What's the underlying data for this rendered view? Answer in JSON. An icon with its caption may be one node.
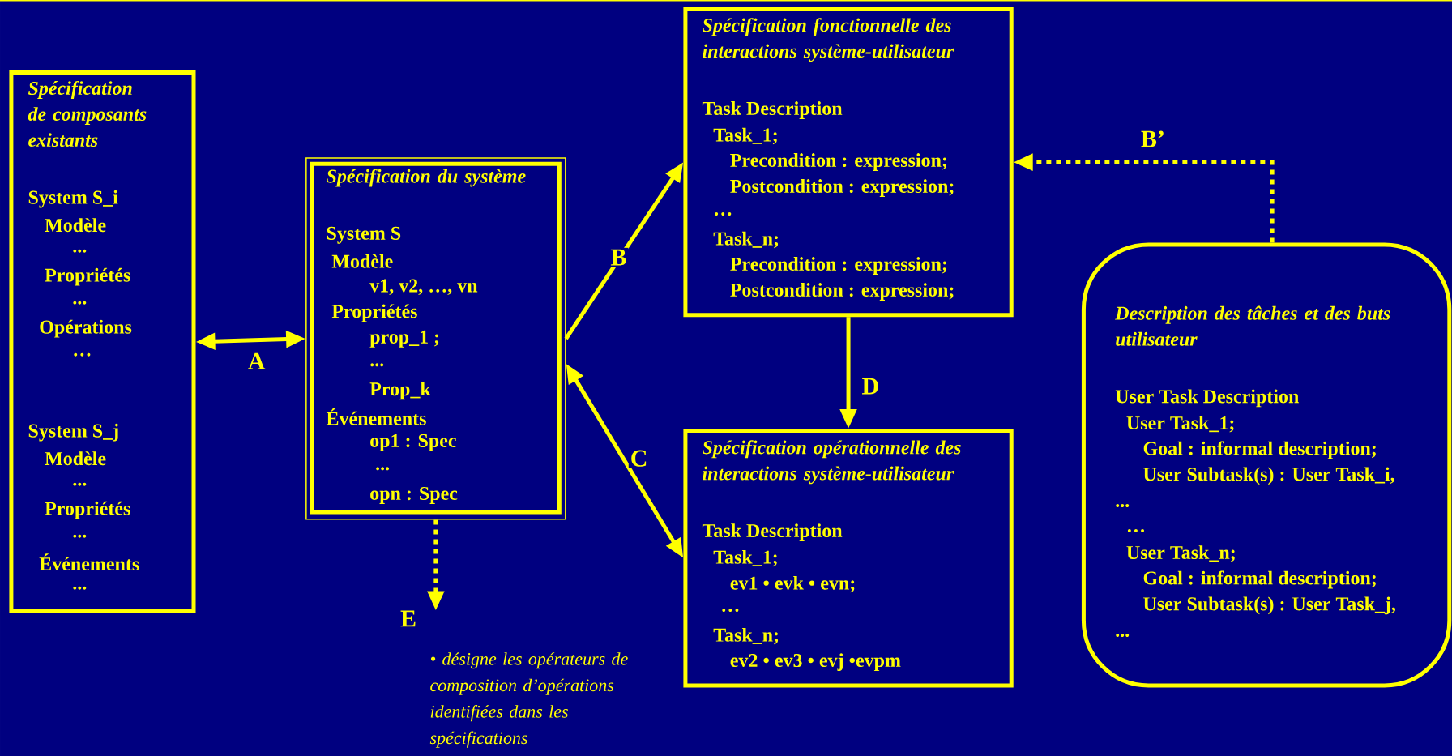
{
  "diagram": {
    "nodes": [
      {
        "text": [
          "Spécification de composants existants",
          "System S_i",
          "Modèle",
          "...",
          "Propriétés",
          "...",
          "Opérations",
          "…",
          "System S_j",
          "Modèle",
          "...",
          "Propriétés",
          "...",
          "Événements",
          "..."
        ]
      },
      {
        "text": [
          "Spécification du système",
          "System S",
          "Modèle",
          "v1, v2, …, vn",
          "Propriétés",
          "prop_1 ;",
          "...",
          "Prop_k",
          "Événements",
          "op1 : Spec",
          "...",
          "opn : Spec"
        ]
      },
      {
        "text": [
          "Spécification fonctionnelle des interactions système-utilisateur",
          "Task Description",
          "Task_1;",
          "Precondition : expression;",
          "Postcondition : expression;",
          "…",
          "Task_n;",
          "Precondition : expression;",
          "Postcondition : expression;"
        ]
      },
      {
        "text": [
          "Spécification opérationnelle des interactions système-utilisateur",
          "Task Description",
          "Task_1;",
          "ev1 • evk • evn;",
          "…",
          "Task_n;",
          "ev2 • ev3 • evj •evpm"
        ]
      },
      {
        "text": [
          "Description des tâches et des buts utilisateur",
          "User Task Description",
          "User Task_1;",
          "Goal : informal description;",
          "User Subtask(s) :  User Task_i,",
          "...",
          "…",
          "User Task_n;",
          "Goal : informal description;",
          "User Subtask(s) : User Task_j,",
          "..."
        ]
      }
    ],
    "edges": [
      {
        "from": 0,
        "to": 1,
        "arrow": "both",
        "label": "A"
      },
      {
        "from": 1,
        "to": 2,
        "arrow": "to",
        "label": "B"
      },
      {
        "from": 3,
        "to": 1,
        "arrow": "both",
        "label": "C"
      },
      {
        "from": 2,
        "to": 3,
        "arrow": "to",
        "label": "D"
      },
      {
        "from": 4,
        "to": 2,
        "arrow": "to",
        "label": "B’",
        "style": "dashed"
      },
      {
        "from": 1,
        "to": null,
        "arrow": "to",
        "label": "E",
        "style": "dashed"
      }
    ],
    "labels": [
      "• désigne les opérateurs de composition d’opérations identifiées dans les spécifications"
    ]
  }
}
